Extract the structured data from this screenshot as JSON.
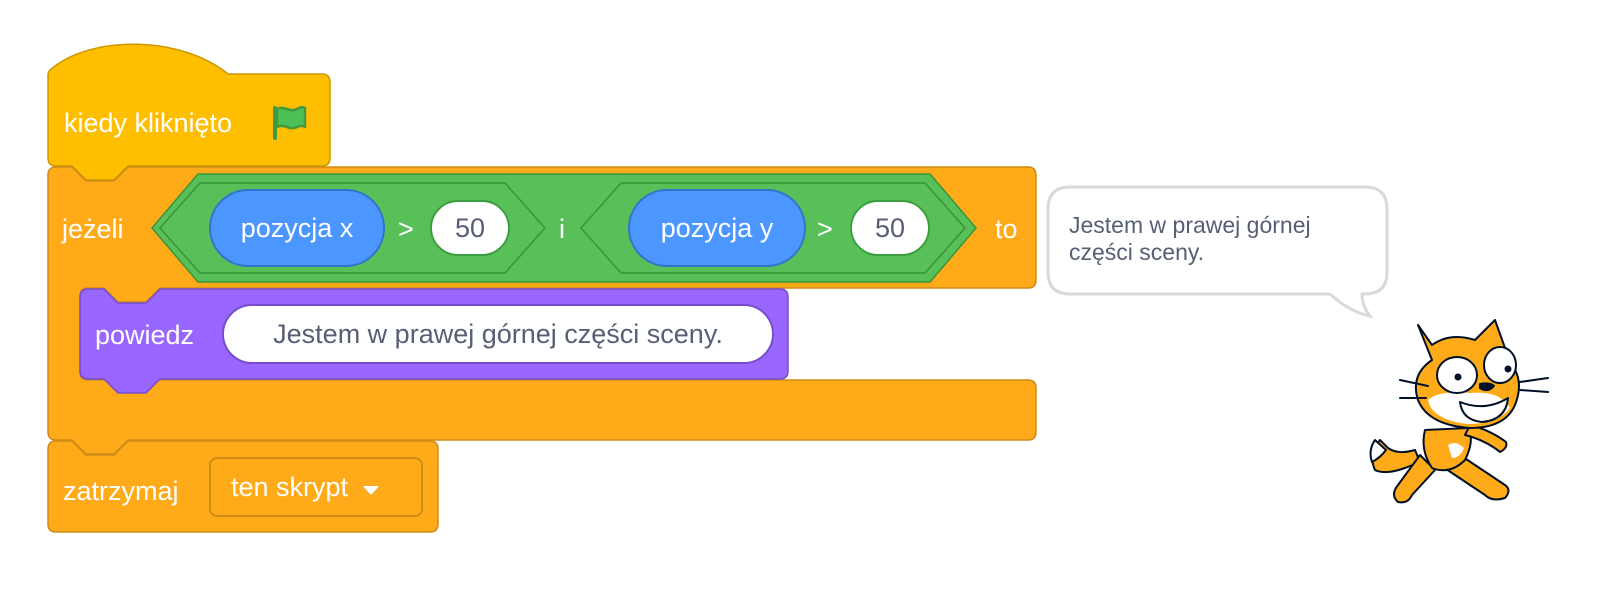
{
  "script": {
    "hat_block": {
      "label": "kiedy kliknięto",
      "icon": "green-flag-icon",
      "color": "#ffbf00"
    },
    "if_block": {
      "label_if": "jeżeli",
      "label_then": "to",
      "color": "#ffab19",
      "condition": {
        "operator": "i",
        "color": "#59c059",
        "left": {
          "reporter": "pozycja x",
          "comparator": ">",
          "value": "50"
        },
        "right": {
          "reporter": "pozycja y",
          "comparator": ">",
          "value": "50"
        }
      },
      "body": {
        "say_block": {
          "label": "powiedz",
          "message": "Jestem w prawej górnej części sceny.",
          "color": "#9966ff"
        }
      }
    },
    "stop_block": {
      "label": "zatrzymaj",
      "option": "ten skrypt",
      "dropdown_icon": "caret-down-icon",
      "color": "#ffab19"
    }
  },
  "stage": {
    "speech_bubble": {
      "line1": "Jestem w prawej górnej",
      "line2": "części sceny."
    },
    "sprite": "scratch-cat"
  },
  "colors": {
    "reporter_blue": "#4c97ff",
    "operator_green": "#59c059",
    "control_orange": "#ffab19",
    "events_yellow": "#ffbf00",
    "looks_purple": "#9966ff"
  }
}
